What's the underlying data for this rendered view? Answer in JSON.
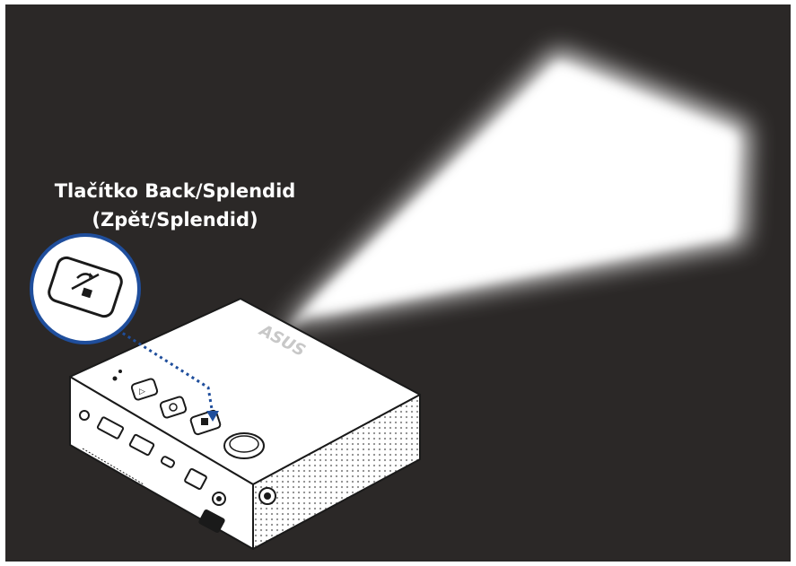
{
  "callout": {
    "line1": "Tlačítko Back/Splendid",
    "line2": "(Zpět/Splendid)"
  },
  "brand": {
    "logo_text": "ASUS"
  },
  "colors": {
    "background": "#2b2827",
    "frame": "#ffffff",
    "leader_line": "#1f4e9c",
    "device_body": "#ffffff",
    "outline": "#1a1a1a",
    "beam": "#ffffff"
  },
  "icons": [
    "back-splendid-button-icon",
    "power-icon",
    "back-splendid-icon",
    "projector-device"
  ]
}
